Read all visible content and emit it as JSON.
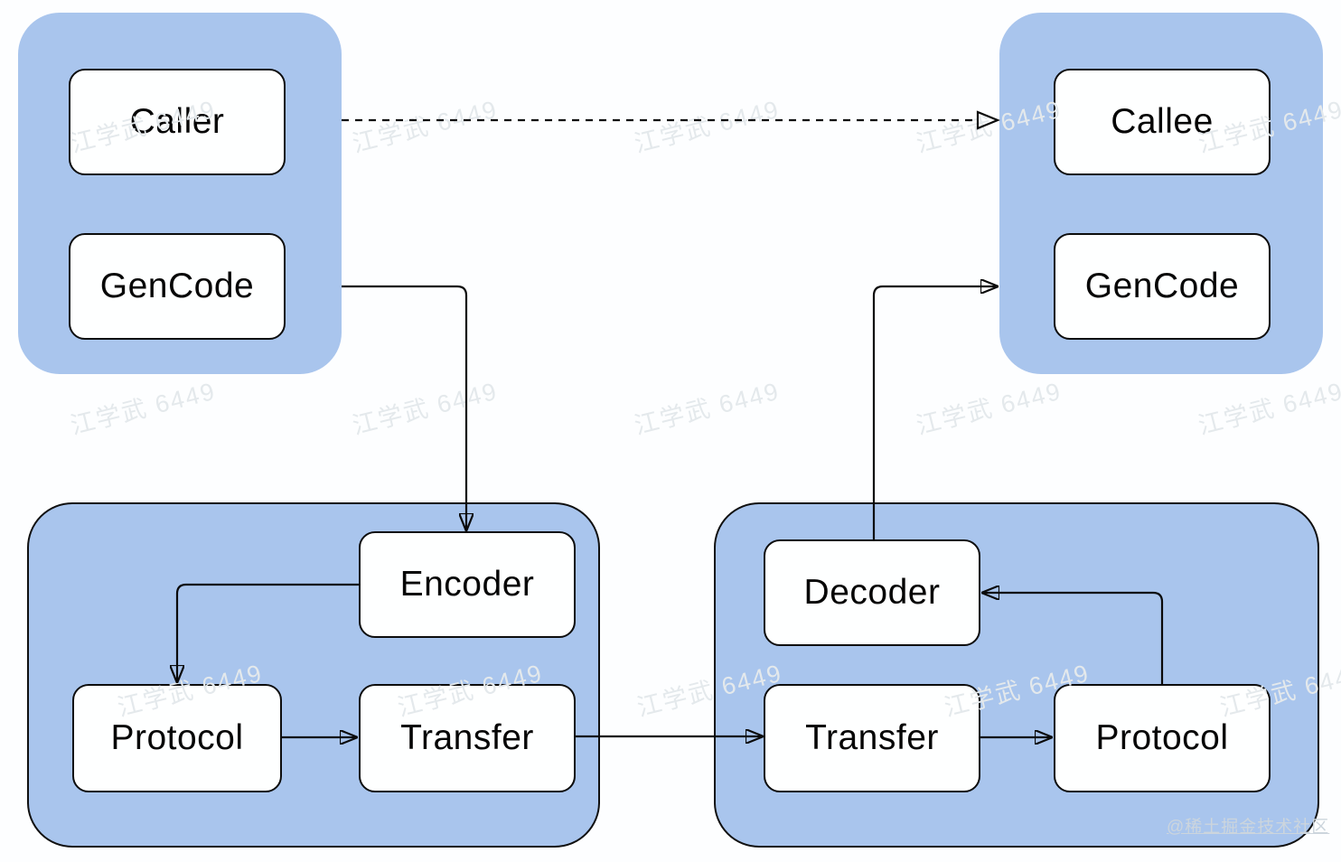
{
  "diagram": {
    "watermark_text": "江学武 6449",
    "brand_watermark": "@稀土掘金技术社区",
    "colors": {
      "container_fill": "#a9c5ed",
      "node_fill": "#feffff",
      "line": "#0a0a0a",
      "background": "#fdfeff",
      "watermark": "#e4e9ec"
    },
    "nodes": {
      "caller": "Caller",
      "gencode_client": "GenCode",
      "callee": "Callee",
      "gencode_server": "GenCode",
      "encoder": "Encoder",
      "protocol_client": "Protocol",
      "transfer_client": "Transfer",
      "decoder": "Decoder",
      "transfer_server": "Transfer",
      "protocol_server": "Protocol"
    },
    "groups": {
      "client": {
        "nodes": [
          "caller",
          "gencode_client"
        ]
      },
      "server": {
        "nodes": [
          "callee",
          "gencode_server"
        ]
      },
      "client_stub": {
        "nodes": [
          "encoder",
          "protocol_client",
          "transfer_client"
        ]
      },
      "server_stub": {
        "nodes": [
          "decoder",
          "transfer_server",
          "protocol_server"
        ]
      }
    },
    "edges": [
      {
        "from": "caller",
        "to": "callee",
        "style": "dashed",
        "arrowhead": "open-triangle"
      },
      {
        "from": "gencode_client",
        "to": "encoder",
        "style": "solid",
        "arrowhead": "filled"
      },
      {
        "from": "encoder",
        "to": "protocol_client",
        "style": "solid",
        "arrowhead": "filled"
      },
      {
        "from": "protocol_client",
        "to": "transfer_client",
        "style": "solid",
        "arrowhead": "filled"
      },
      {
        "from": "transfer_client",
        "to": "transfer_server",
        "style": "solid",
        "arrowhead": "filled"
      },
      {
        "from": "transfer_server",
        "to": "protocol_server",
        "style": "solid",
        "arrowhead": "filled"
      },
      {
        "from": "protocol_server",
        "to": "decoder",
        "style": "solid",
        "arrowhead": "filled"
      },
      {
        "from": "decoder",
        "to": "gencode_server",
        "style": "solid",
        "arrowhead": "filled"
      }
    ]
  }
}
